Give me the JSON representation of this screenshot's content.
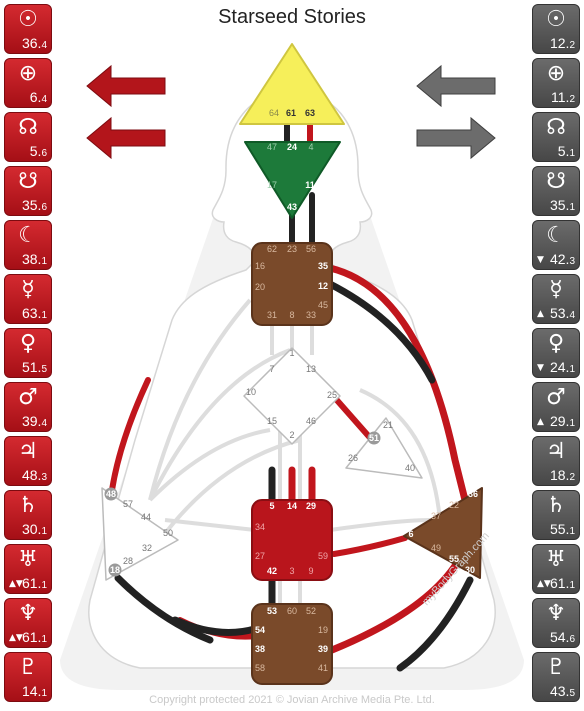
{
  "title": "Starseed Stories",
  "copyright": "Copyright protected 2021 © Jovian Archive Media Pte. Ltd.",
  "watermark": "myBodyGraph.com",
  "colors": {
    "design_red": "#c1161d",
    "personality_black": "#222222",
    "head_yellow": "#f6ef5a",
    "ajna_green": "#1d7a3a",
    "throat_brown": "#7a4a2a",
    "sacral_red": "#b9151c",
    "arrow_red": "#b3151b",
    "arrow_gray": "#6c6c6c"
  },
  "design_planets": [
    {
      "icon": "sun-icon",
      "glyph": "☉",
      "value": "36",
      "line": "4",
      "mark": ""
    },
    {
      "icon": "earth-icon",
      "glyph": "⊕",
      "value": "6",
      "line": "4",
      "mark": ""
    },
    {
      "icon": "north-node-icon",
      "glyph": "☊",
      "value": "5",
      "line": "6",
      "mark": ""
    },
    {
      "icon": "south-node-icon",
      "glyph": "☋",
      "value": "35",
      "line": "6",
      "mark": ""
    },
    {
      "icon": "moon-icon",
      "glyph": "☾",
      "value": "38",
      "line": "1",
      "mark": ""
    },
    {
      "icon": "mercury-icon",
      "glyph": "☿",
      "value": "63",
      "line": "1",
      "mark": ""
    },
    {
      "icon": "venus-icon",
      "glyph": "♀",
      "value": "51",
      "line": "5",
      "mark": ""
    },
    {
      "icon": "mars-icon",
      "glyph": "♂",
      "value": "39",
      "line": "4",
      "mark": ""
    },
    {
      "icon": "jupiter-icon",
      "glyph": "♃",
      "value": "48",
      "line": "3",
      "mark": ""
    },
    {
      "icon": "saturn-icon",
      "glyph": "♄",
      "value": "30",
      "line": "1",
      "mark": ""
    },
    {
      "icon": "uranus-icon",
      "glyph": "♅",
      "value": "61",
      "line": "1",
      "mark": "▲▼"
    },
    {
      "icon": "neptune-icon",
      "glyph": "♆",
      "value": "61",
      "line": "1",
      "mark": "▲▼"
    },
    {
      "icon": "pluto-icon",
      "glyph": "♇",
      "value": "14",
      "line": "1",
      "mark": ""
    }
  ],
  "personality_planets": [
    {
      "icon": "sun-icon",
      "glyph": "☉",
      "value": "12",
      "line": "2",
      "mark": ""
    },
    {
      "icon": "earth-icon",
      "glyph": "⊕",
      "value": "11",
      "line": "2",
      "mark": ""
    },
    {
      "icon": "north-node-icon",
      "glyph": "☊",
      "value": "5",
      "line": "1",
      "mark": ""
    },
    {
      "icon": "south-node-icon",
      "glyph": "☋",
      "value": "35",
      "line": "1",
      "mark": ""
    },
    {
      "icon": "moon-icon",
      "glyph": "☾",
      "value": "42",
      "line": "3",
      "mark": "▼"
    },
    {
      "icon": "mercury-icon",
      "glyph": "☿",
      "value": "53",
      "line": "4",
      "mark": "▲"
    },
    {
      "icon": "venus-icon",
      "glyph": "♀",
      "value": "24",
      "line": "1",
      "mark": "▼"
    },
    {
      "icon": "mars-icon",
      "glyph": "♂",
      "value": "29",
      "line": "1",
      "mark": "▲"
    },
    {
      "icon": "jupiter-icon",
      "glyph": "♃",
      "value": "18",
      "line": "2",
      "mark": ""
    },
    {
      "icon": "saturn-icon",
      "glyph": "♄",
      "value": "55",
      "line": "1",
      "mark": ""
    },
    {
      "icon": "uranus-icon",
      "glyph": "♅",
      "value": "61",
      "line": "1",
      "mark": "▲▼"
    },
    {
      "icon": "neptune-icon",
      "glyph": "♆",
      "value": "54",
      "line": "6",
      "mark": ""
    },
    {
      "icon": "pluto-icon",
      "glyph": "♇",
      "value": "43",
      "line": "5",
      "mark": ""
    }
  ],
  "variable_arrows": {
    "left": [
      {
        "direction": "left",
        "color": "red"
      },
      {
        "direction": "left",
        "color": "red"
      }
    ],
    "right": [
      {
        "direction": "left",
        "color": "gray"
      },
      {
        "direction": "right",
        "color": "gray"
      }
    ]
  },
  "centers": {
    "head": {
      "gates": [
        "64",
        "61",
        "63"
      ],
      "active": [
        "61",
        "63"
      ]
    },
    "ajna": {
      "gates": [
        "47",
        "24",
        "4",
        "17",
        "11",
        "43"
      ],
      "active": [
        "24",
        "11",
        "43"
      ]
    },
    "throat": {
      "gates": [
        "62",
        "23",
        "56",
        "16",
        "35",
        "12",
        "20",
        "45",
        "31",
        "8",
        "33"
      ],
      "active": [
        "35",
        "12"
      ]
    },
    "g": {
      "gates": [
        "1",
        "7",
        "13",
        "10",
        "25",
        "15",
        "46",
        "2"
      ],
      "active": []
    },
    "ego": {
      "gates": [
        "21",
        "51",
        "26",
        "40"
      ],
      "active": [
        "51"
      ]
    },
    "spleen": {
      "gates": [
        "48",
        "57",
        "44",
        "50",
        "32",
        "28",
        "18"
      ],
      "active": [
        "48",
        "18"
      ]
    },
    "sacral": {
      "gates": [
        "5",
        "14",
        "29",
        "34",
        "27",
        "59",
        "42",
        "3",
        "9"
      ],
      "active": [
        "5",
        "14",
        "29",
        "42"
      ]
    },
    "solar_plexus": {
      "gates": [
        "36",
        "22",
        "37",
        "6",
        "49",
        "55",
        "30"
      ],
      "active": [
        "36",
        "6",
        "55",
        "30"
      ]
    },
    "root": {
      "gates": [
        "53",
        "60",
        "52",
        "54",
        "19",
        "38",
        "39",
        "58",
        "41"
      ],
      "active": [
        "53",
        "54",
        "38",
        "39"
      ]
    }
  }
}
